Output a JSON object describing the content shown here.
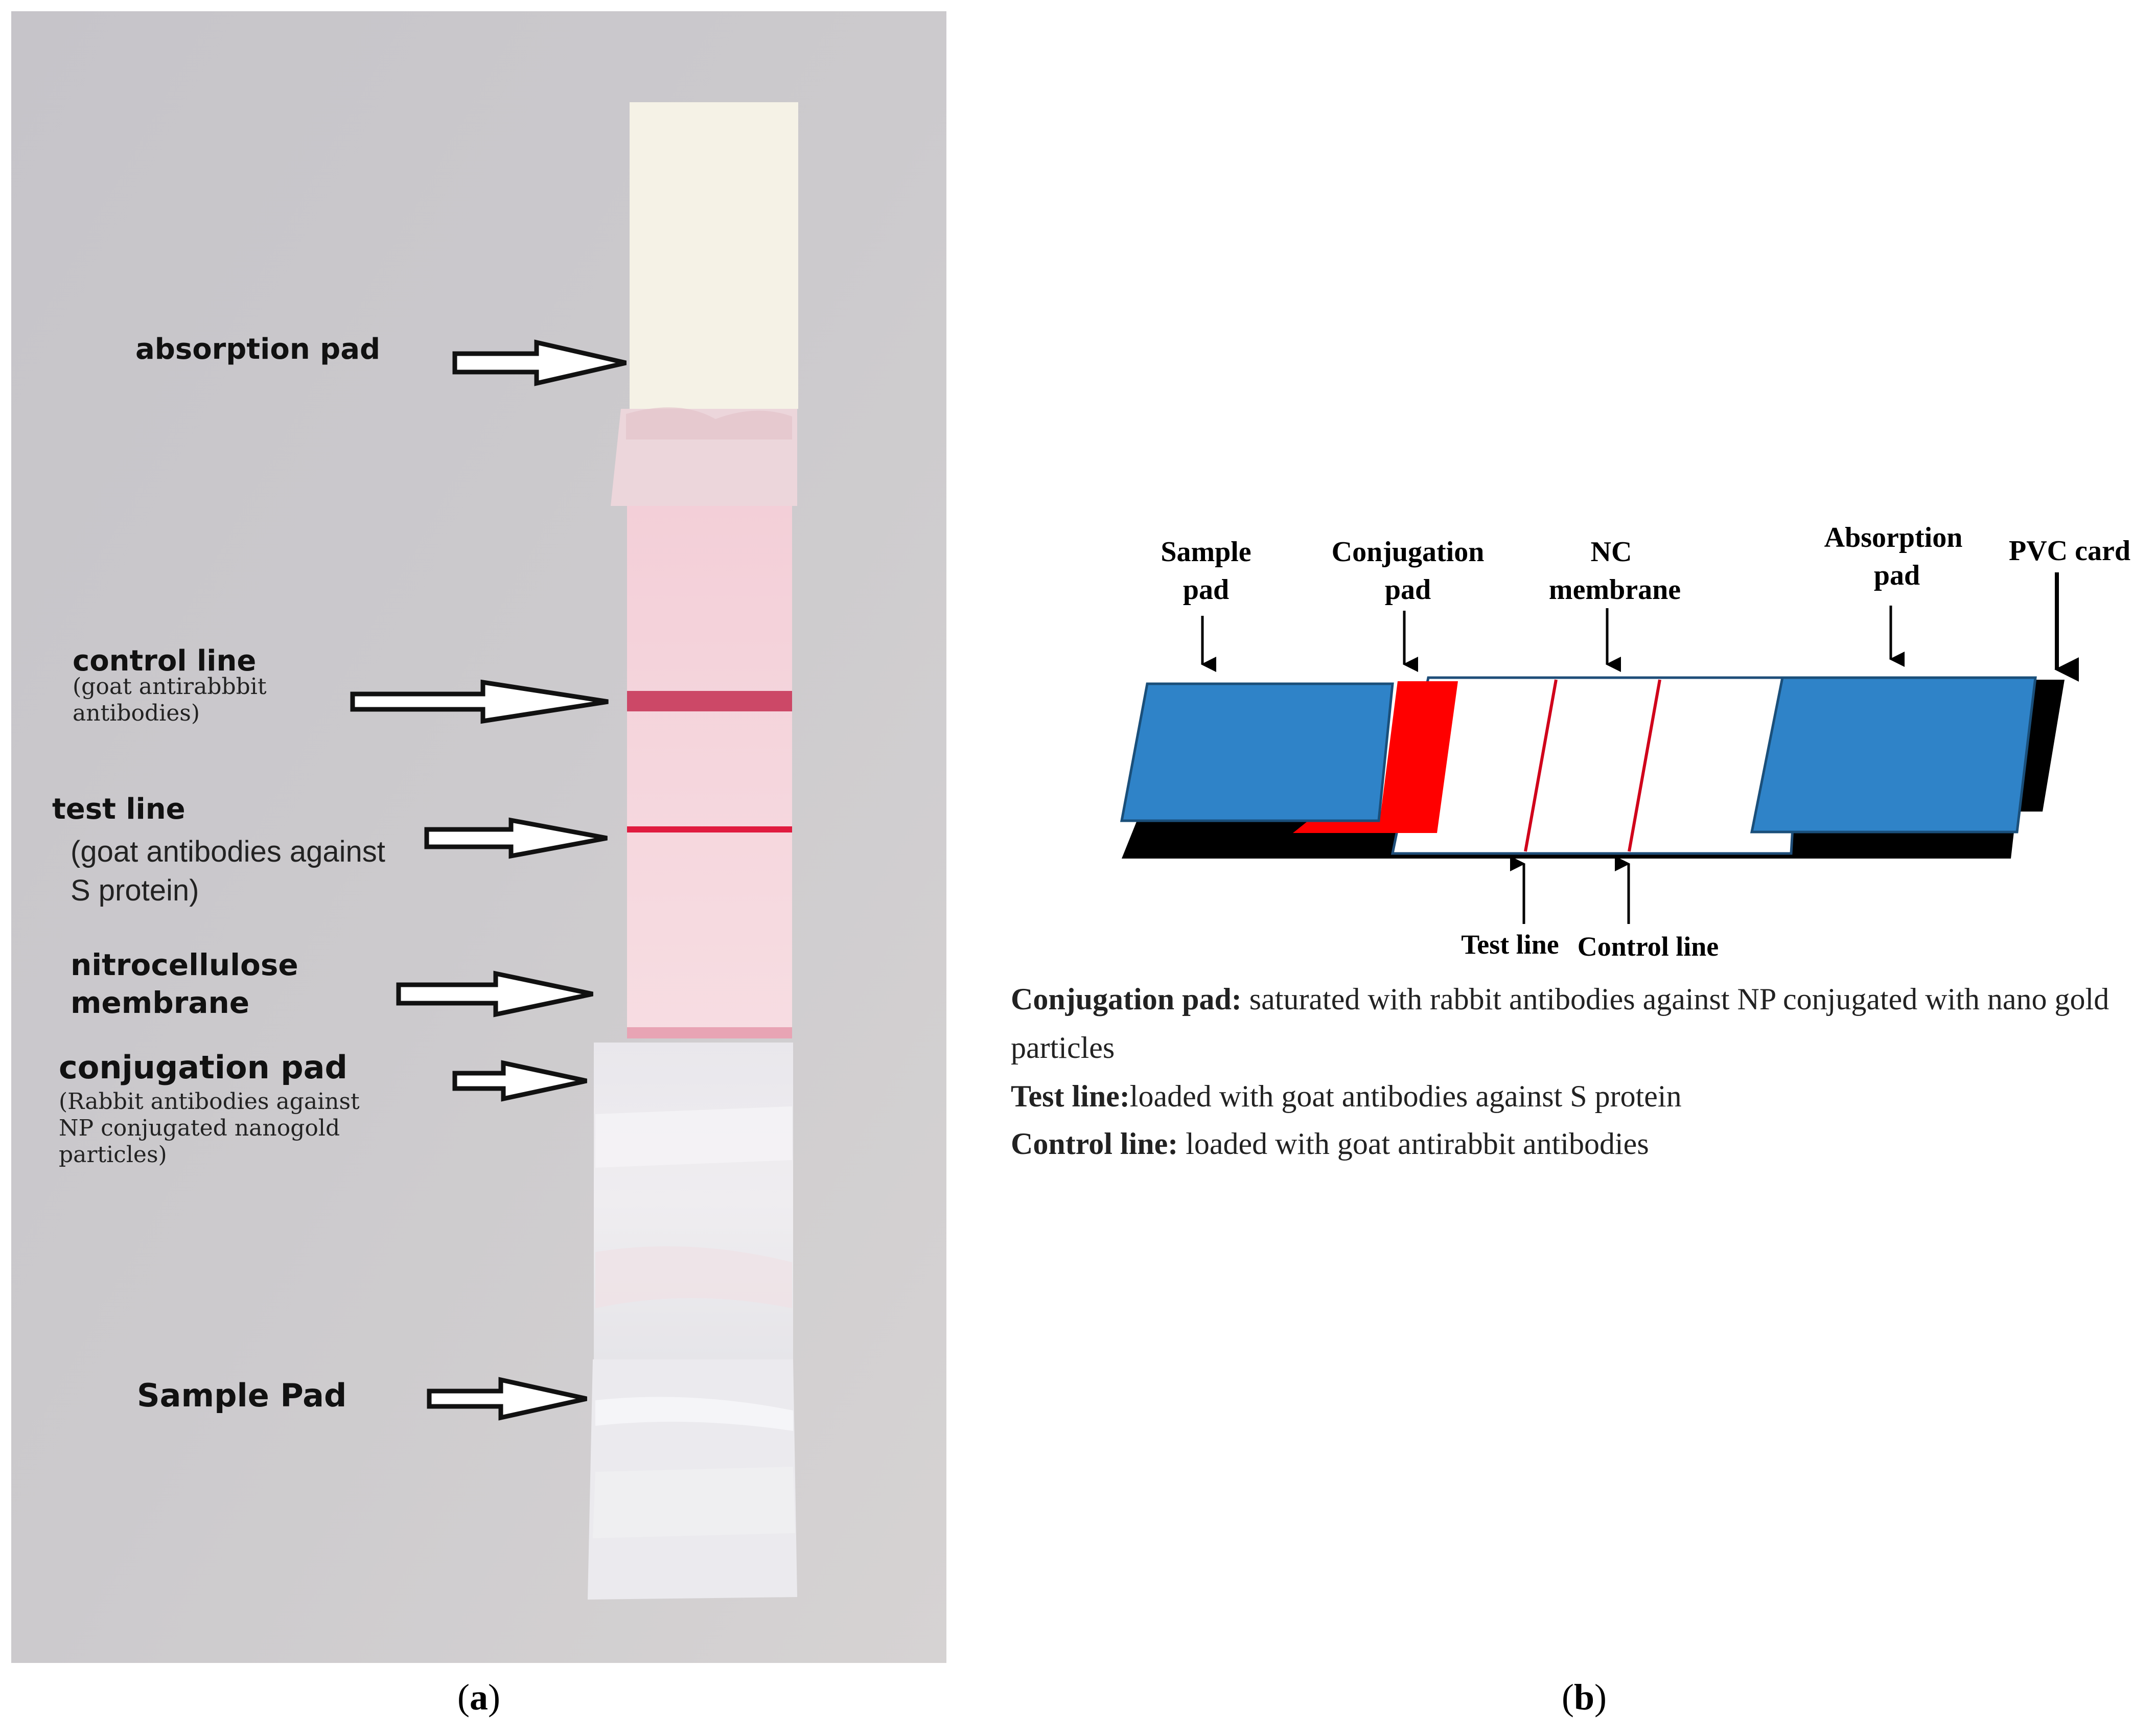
{
  "panel_a": {
    "caption_open": "(",
    "caption_letter": "a",
    "caption_close": ")",
    "labels": {
      "absorption_pad": "absorption pad",
      "control_line": "control line",
      "control_line_sub1": "(goat antirabbbit",
      "control_line_sub2": "antibodies)",
      "test_line": "test line",
      "test_line_sub1": "(goat antibodies against",
      "test_line_sub2": "S protein)",
      "nitro_1": "nitrocellulose",
      "nitro_2": "membrane",
      "conjugation_pad": "conjugation pad",
      "conj_sub1": "(Rabbit antibodies against",
      "conj_sub2": "NP  conjugated nanogold",
      "conj_sub3": "particles)",
      "sample_pad": "Sample Pad"
    },
    "colors": {
      "background": "#c9c6c9",
      "absorption_pad": "#f6f2e6",
      "membrane": "#f6d8de",
      "line_red": "#cc2a4a",
      "pad_white": "#ecebee"
    }
  },
  "panel_b": {
    "caption_open": "(",
    "caption_letter": "b",
    "caption_close": ")",
    "labels": {
      "sample_1": "Sample",
      "sample_2": "pad",
      "conj_1": "Conjugation",
      "conj_2": "pad",
      "nc_1": "NC",
      "nc_2": "membrane",
      "abs_1": "Absorption",
      "abs_2": "pad",
      "pvc": "PVC card",
      "test_line": "Test line",
      "control_line": "Control line"
    },
    "description": {
      "l1_bold": "Conjugation pad:",
      "l1_text": " saturated with rabbit antibodies against NP conjugated with nano gold",
      "l2_text": "particles",
      "l3_bold": "Test line:",
      "l3_text": "loaded with goat antibodies  against S protein",
      "l4_bold": "Control line:",
      "l4_text": " loaded with goat antirabbit antibodies"
    },
    "colors": {
      "pad_blue": "#2f83c8",
      "conj_red": "#ff0000",
      "card_black": "#000000",
      "line_red": "#d0001a"
    }
  }
}
